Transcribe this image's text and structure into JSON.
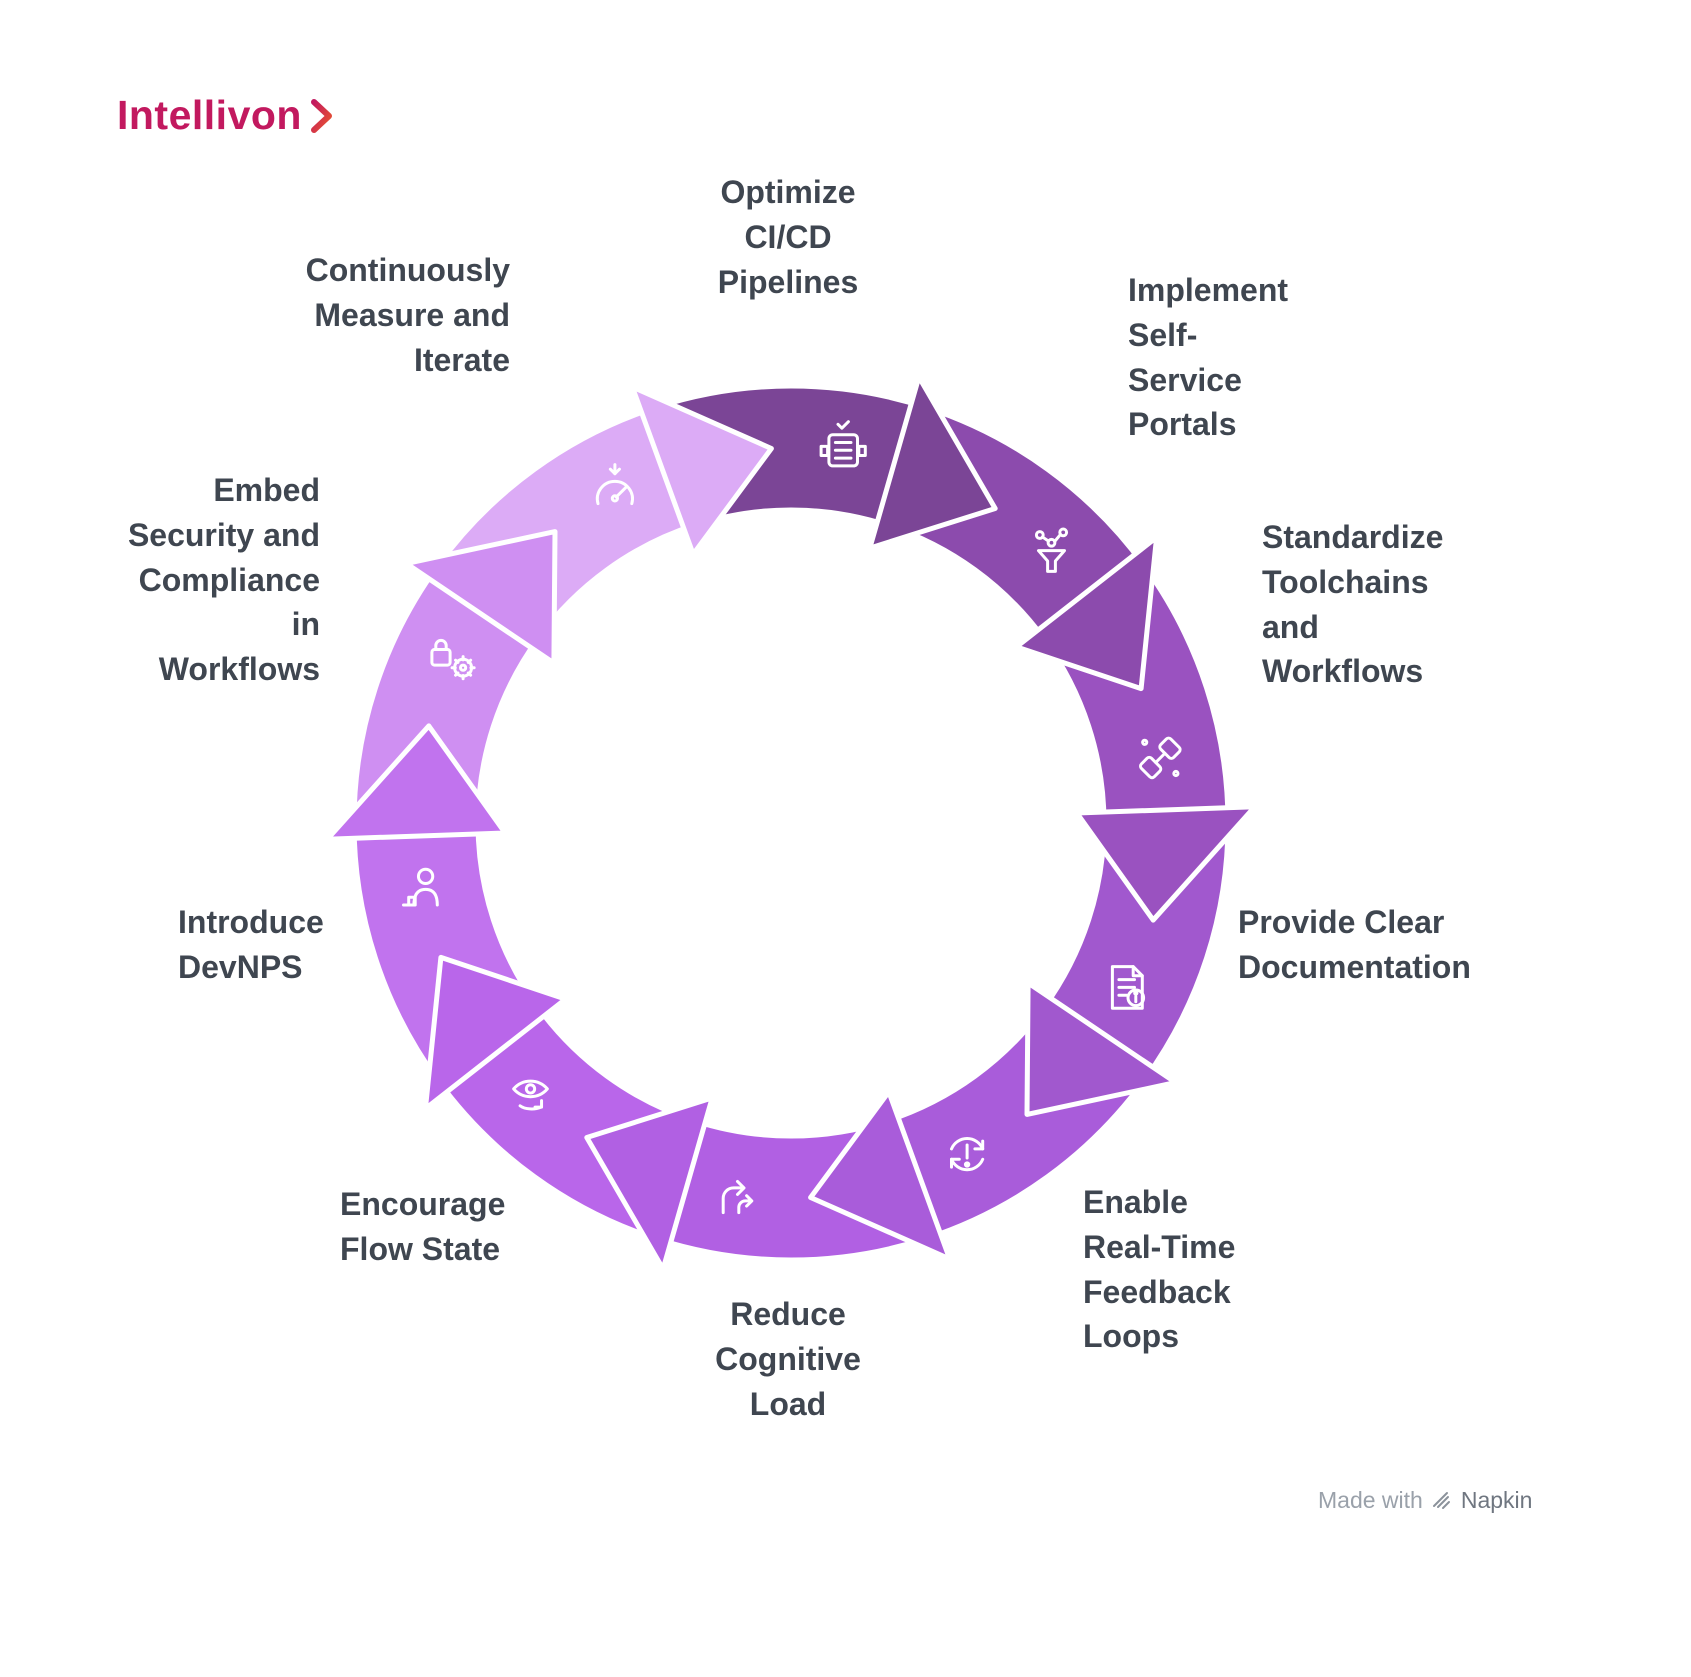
{
  "brand": {
    "name": "Intellivon"
  },
  "credit": {
    "made_with": "Made with",
    "brand": "Napkin"
  },
  "text_color": "#3f4650",
  "diagram": {
    "type": "cycle",
    "direction": "clockwise",
    "steps": [
      {
        "label": "Optimize\nCI/CD\nPipelines",
        "color": "#7b4596",
        "icon": "pipeline-icon"
      },
      {
        "label": "Implement\nSelf-\nService\nPortals",
        "color": "#8c4bad",
        "icon": "funnel-network-icon"
      },
      {
        "label": "Standardize\nToolchains\nand\nWorkflows",
        "color": "#9a52c0",
        "icon": "plugins-icon"
      },
      {
        "label": "Provide Clear\nDocumentation",
        "color": "#a158ce",
        "icon": "document-info-icon"
      },
      {
        "label": "Enable\nReal-Time\nFeedback\nLoops",
        "color": "#a95cda",
        "icon": "feedback-loop-icon"
      },
      {
        "label": "Reduce\nCognitive\nLoad",
        "color": "#b160e3",
        "icon": "flow-arrows-icon"
      },
      {
        "label": "Encourage\nFlow State",
        "color": "#b966ea",
        "icon": "eye-refresh-icon"
      },
      {
        "label": "Introduce\nDevNPS",
        "color": "#c173ee",
        "icon": "person-icon"
      },
      {
        "label": "Embed\nSecurity and\nCompliance\nin\nWorkflows",
        "color": "#cf8ff2",
        "icon": "lock-gear-icon"
      },
      {
        "label": "Continuously\nMeasure and\nIterate",
        "color": "#dcabf6",
        "icon": "gauge-icon"
      }
    ]
  }
}
